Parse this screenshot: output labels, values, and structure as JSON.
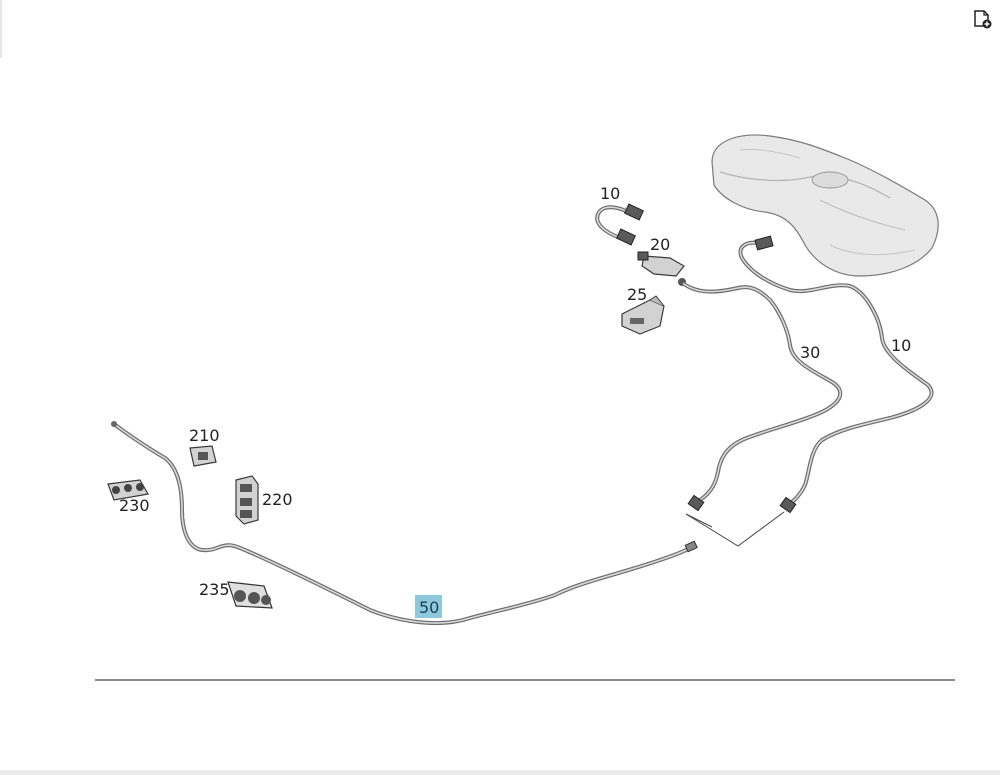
{
  "diagram": {
    "labels": {
      "hose_top_left": "10",
      "valve": "20",
      "bracket": "25",
      "hose_middle": "30",
      "hose_right": "10",
      "holder_210": "210",
      "holder_220": "220",
      "clip_230": "230",
      "clip_235": "235",
      "main_line": "50"
    },
    "highlight_color": "#8ec8dc"
  },
  "toolbar": {
    "add_to_list_icon": "document-add-icon"
  }
}
